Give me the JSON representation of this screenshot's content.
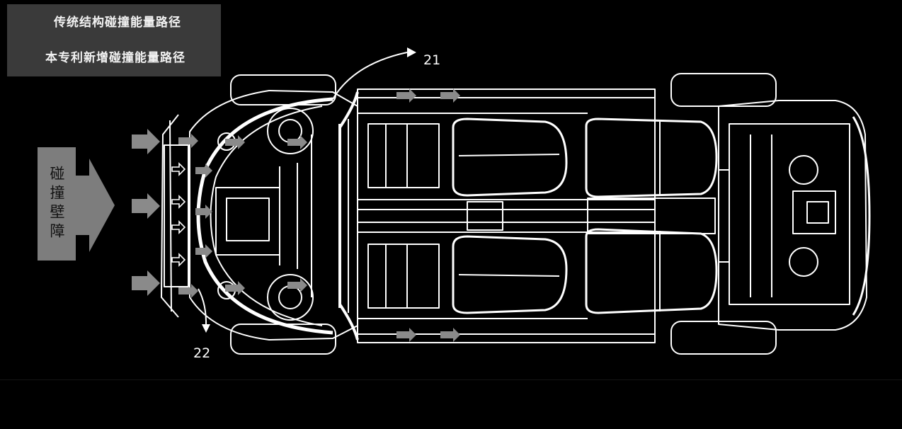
{
  "legend": {
    "traditional_label": "传统结构碰撞能量路径",
    "new_label": "本专利新增碰撞能量路径"
  },
  "barrier_label": "碰撞壁障",
  "callouts": {
    "c21": "21",
    "c22": "22"
  },
  "colors": {
    "background": "#000000",
    "line": "#ffffff",
    "traditional_arrow": "#8a8a8a",
    "barrier": "#7d7d7d",
    "legend_bg": "#3a3a3a"
  }
}
